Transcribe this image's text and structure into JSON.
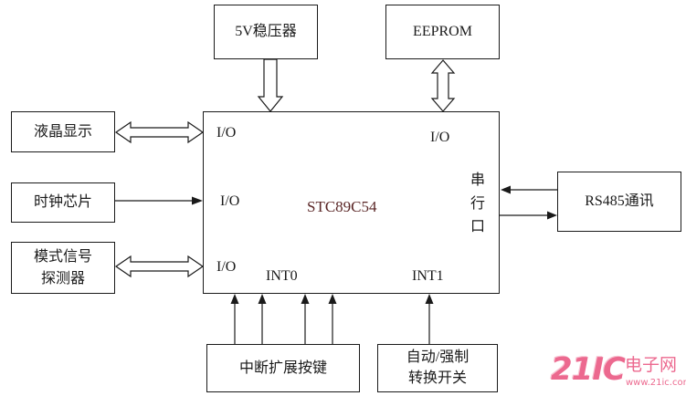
{
  "blocks": {
    "regulator": "5V稳压器",
    "eeprom": "EEPROM",
    "lcd": "液晶显示",
    "clock": "时钟芯片",
    "mode_detector": [
      "模式信号",
      "探测器"
    ],
    "rs485": "RS485通讯",
    "interrupt_keys": "中断扩展按键",
    "mode_switch": [
      "自动/强制",
      "转换开关"
    ]
  },
  "mcu": {
    "name": "STC89C54",
    "io_lcd": "I/O",
    "io_eeprom": "I/O",
    "io_clock": "I/O",
    "io_mode": "I/O",
    "serial_port": [
      "串",
      "行",
      "口"
    ],
    "int0": "INT0",
    "int1": "INT1"
  },
  "watermark": {
    "logo": "21IC",
    "name": "电子网",
    "url": "www.21ic.com"
  },
  "colors": {
    "line": "#1a1a1a",
    "mcu_name": "#5a2626",
    "watermark": "#e9507c"
  }
}
